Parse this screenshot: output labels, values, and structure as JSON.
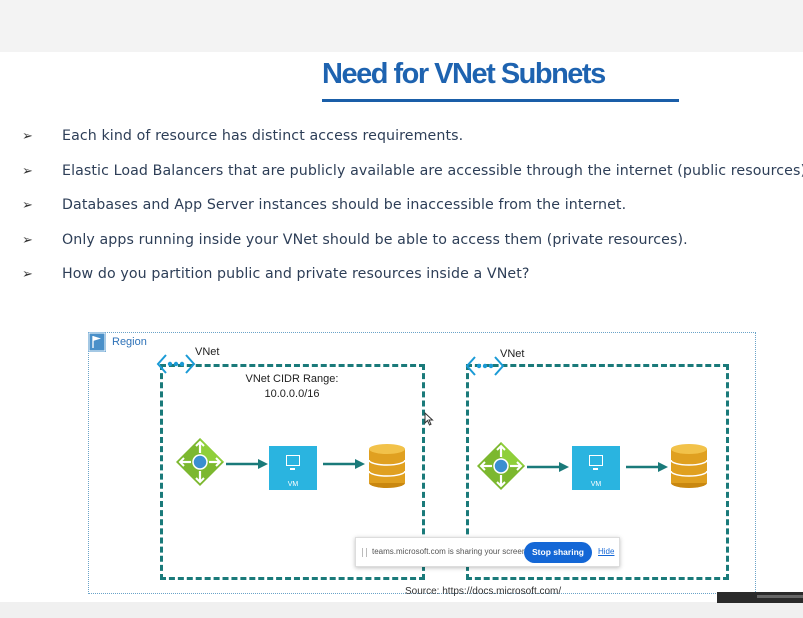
{
  "slide": {
    "title": "Need for VNet Subnets",
    "bullets": [
      "Each kind of resource has distinct access requirements.",
      "Elastic Load Balancers that are publicly available are accessible through the internet (public resources)",
      "Databases and App Server instances should be inaccessible from the internet.",
      "Only apps running inside your VNet should be able to access them (private resources).",
      "How do you partition public and private resources inside a VNet?"
    ],
    "bullet_icon": "arrowhead-bullet-icon"
  },
  "diagram": {
    "region_label": "Region",
    "vnets": [
      {
        "label": "VNet",
        "cidr_title": "VNet CIDR Range:",
        "cidr_value": "10.0.0.0/16",
        "vm_label": "VM"
      },
      {
        "label": "VNet",
        "vm_label": "VM"
      }
    ],
    "source": "Source: https://docs.microsoft.com/"
  },
  "share_bar": {
    "message": "teams.microsoft.com is sharing your screen.",
    "stop_label": "Stop sharing",
    "hide_label": "Hide"
  },
  "colors": {
    "title": "#1e63b0",
    "vnet_border": "#1a7a7a",
    "vm": "#2ab4e0",
    "load_balancer": "#7cb82f",
    "database": "#e0a020",
    "stop_button": "#1467d6"
  }
}
